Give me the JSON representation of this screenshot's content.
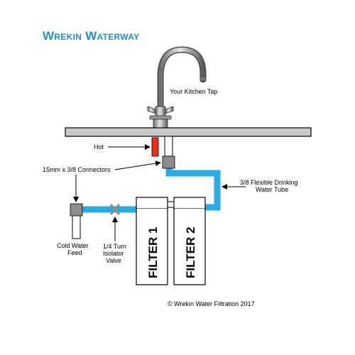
{
  "brand": {
    "logo_text": "Wrekin Waterway",
    "color": "#1f8fc4"
  },
  "labels": {
    "tap": "Your Kitchen Tap",
    "hot": "Hot",
    "connectors": "15mm x 3/8 Connectors",
    "tube_line1": "3/8 Flexible Drinking",
    "tube_line2": "Water Tube",
    "cold_line1": "Cold Water",
    "cold_line2": "Feed",
    "valve_line1": "1/4 Turn",
    "valve_line2": "Isolator",
    "valve_line3": "Valve",
    "filter1": "FILTER 1",
    "filter2": "FILTER 2",
    "copyright": "© Wrekin Water Filtration 2017"
  },
  "colors": {
    "water_tube": "#29abe2",
    "hot_pipe": "#e8321e",
    "connector": "#8c8c8c",
    "worktop": "#c8c8c8",
    "outline": "#000000"
  }
}
